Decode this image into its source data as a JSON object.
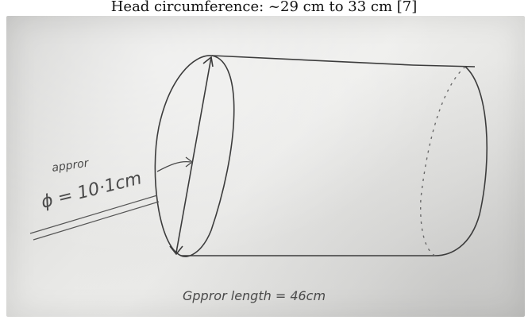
{
  "caption": {
    "text": "Head circumference: ~29 cm to 33 cm [7]"
  },
  "sketch": {
    "approx_label_1": "appror",
    "diameter_label": "ϕ = 10·1cm",
    "length_label": "Gppror length = 46cm"
  },
  "colors": {
    "ink": "#3f3f3f",
    "paper": "#e8e8e6"
  }
}
